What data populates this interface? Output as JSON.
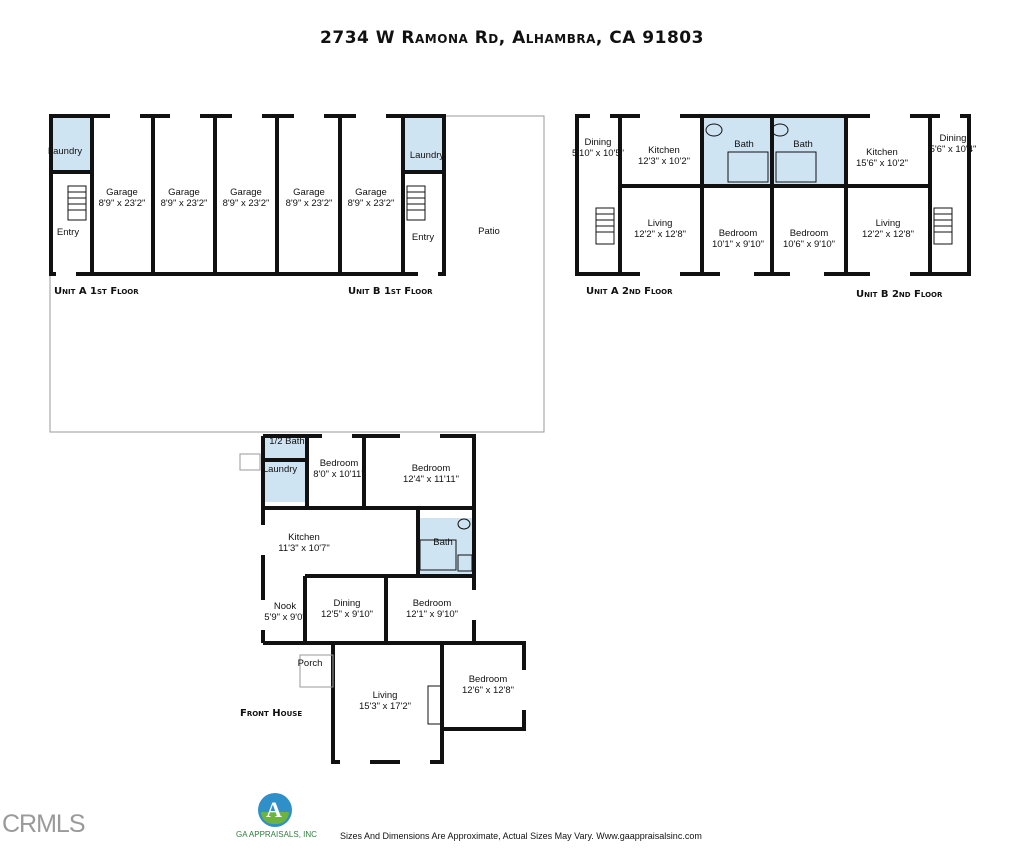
{
  "title": "2734 W Ramona Rd, Alhambra, CA 91803",
  "floors": {
    "unit_a_1st": "Unit A 1st Floor",
    "unit_b_1st": "Unit B 1st Floor",
    "unit_a_2nd": "Unit A 2nd Floor",
    "unit_b_2nd": "Unit B 2nd Floor",
    "front_house": "Front House"
  },
  "rooms": {
    "ua_laundry": {
      "name": "Laundry",
      "dim": ""
    },
    "ua_entry": {
      "name": "Entry",
      "dim": ""
    },
    "garage1": {
      "name": "Garage",
      "dim": "8'9\" x 23'2\""
    },
    "garage2": {
      "name": "Garage",
      "dim": "8'9\" x 23'2\""
    },
    "garage3": {
      "name": "Garage",
      "dim": "8'9\" x 23'2\""
    },
    "garage4": {
      "name": "Garage",
      "dim": "8'9\" x 23'2\""
    },
    "garage5": {
      "name": "Garage",
      "dim": "8'9\" x 23'2\""
    },
    "ub_laundry": {
      "name": "Laundry",
      "dim": ""
    },
    "ub_entry": {
      "name": "Entry",
      "dim": ""
    },
    "patio": {
      "name": "Patio",
      "dim": ""
    },
    "ua_dining": {
      "name": "Dining",
      "dim": "5'10\" x 10'5\""
    },
    "ua_kitchen": {
      "name": "Kitchen",
      "dim": "12'3\" x 10'2\""
    },
    "ua_bath": {
      "name": "Bath",
      "dim": ""
    },
    "ub_bath": {
      "name": "Bath",
      "dim": ""
    },
    "ub_kitchen": {
      "name": "Kitchen",
      "dim": "15'6\" x 10'2\""
    },
    "ub_dining": {
      "name": "Dining",
      "dim": "5'6\" x 10'4\""
    },
    "ua_living": {
      "name": "Living",
      "dim": "12'2\" x 12'8\""
    },
    "ua_bedroom": {
      "name": "Bedroom",
      "dim": "10'1\" x 9'10\""
    },
    "ub_bedroom": {
      "name": "Bedroom",
      "dim": "10'6\" x 9'10\""
    },
    "ub_living": {
      "name": "Living",
      "dim": "12'2\" x 12'8\""
    },
    "fh_halfbath": {
      "name": "1/2 Bath",
      "dim": ""
    },
    "fh_laundry": {
      "name": "Laundry",
      "dim": ""
    },
    "fh_bed1": {
      "name": "Bedroom",
      "dim": "8'0\" x 10'11\""
    },
    "fh_bed2": {
      "name": "Bedroom",
      "dim": "12'4\" x 11'11\""
    },
    "fh_kitchen": {
      "name": "Kitchen",
      "dim": "11'3\" x 10'7\""
    },
    "fh_bath": {
      "name": "Bath",
      "dim": ""
    },
    "fh_nook": {
      "name": "Nook",
      "dim": "5'9\" x 9'0\""
    },
    "fh_dining": {
      "name": "Dining",
      "dim": "12'5\" x 9'10\""
    },
    "fh_bed3": {
      "name": "Bedroom",
      "dim": "12'1\" x 9'10\""
    },
    "fh_porch": {
      "name": "Porch",
      "dim": ""
    },
    "fh_living": {
      "name": "Living",
      "dim": "15'3\" x 17'2\""
    },
    "fh_bed4": {
      "name": "Bedroom",
      "dim": "12'6\" x 12'8\""
    }
  },
  "disclaimer": "Sizes And Dimensions Are Approximate, Actual Sizes May Vary. Www.gaappraisalsinc.com",
  "brand": "GA APPRAISALS, INC",
  "logo_letter": "A",
  "watermark": "CRMLS",
  "colors": {
    "wall": "#111111",
    "wet_room": "#cfe4f2",
    "line": "#9a9a9a"
  }
}
